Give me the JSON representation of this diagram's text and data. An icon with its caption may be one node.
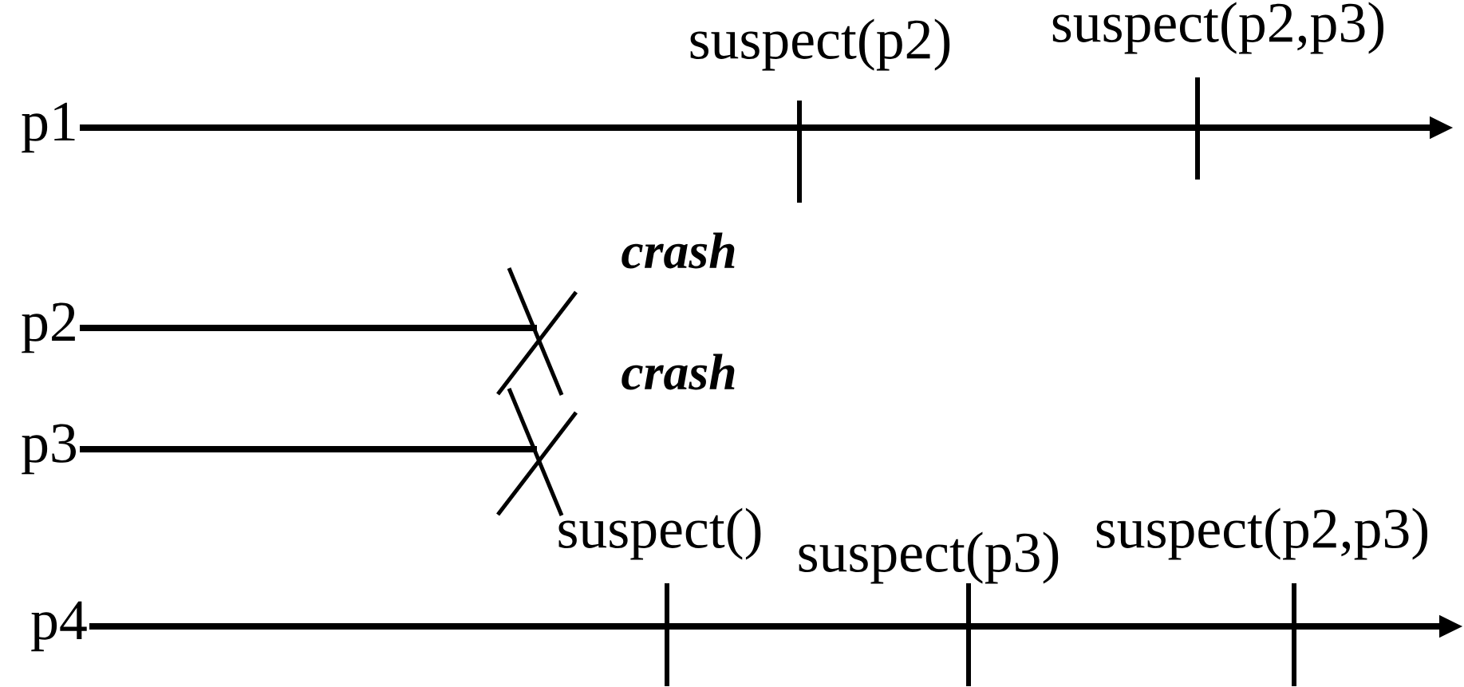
{
  "diagram": {
    "nodes": [
      {
        "text": [
          "p1"
        ]
      },
      {
        "text": [
          "p2"
        ]
      },
      {
        "text": [
          "p3"
        ]
      },
      {
        "text": [
          "p4"
        ]
      },
      {
        "text": [],
        "shape": "cross",
        "beside": [
          "crash"
        ]
      },
      {
        "text": [],
        "shape": "cross",
        "beside": [
          "crash"
        ]
      }
    ],
    "edges": [
      {
        "from": 0,
        "to": null,
        "arrow": "to"
      },
      {
        "from": 1,
        "to": 4,
        "arrow": "none"
      },
      {
        "from": 2,
        "to": 5,
        "arrow": "none"
      },
      {
        "from": 3,
        "to": null,
        "arrow": "to"
      }
    ],
    "labels": [
      "suspect(p2)",
      "suspect(p2,p3)",
      "suspect()",
      "suspect(p3)",
      "suspect(p2,p3)"
    ]
  }
}
